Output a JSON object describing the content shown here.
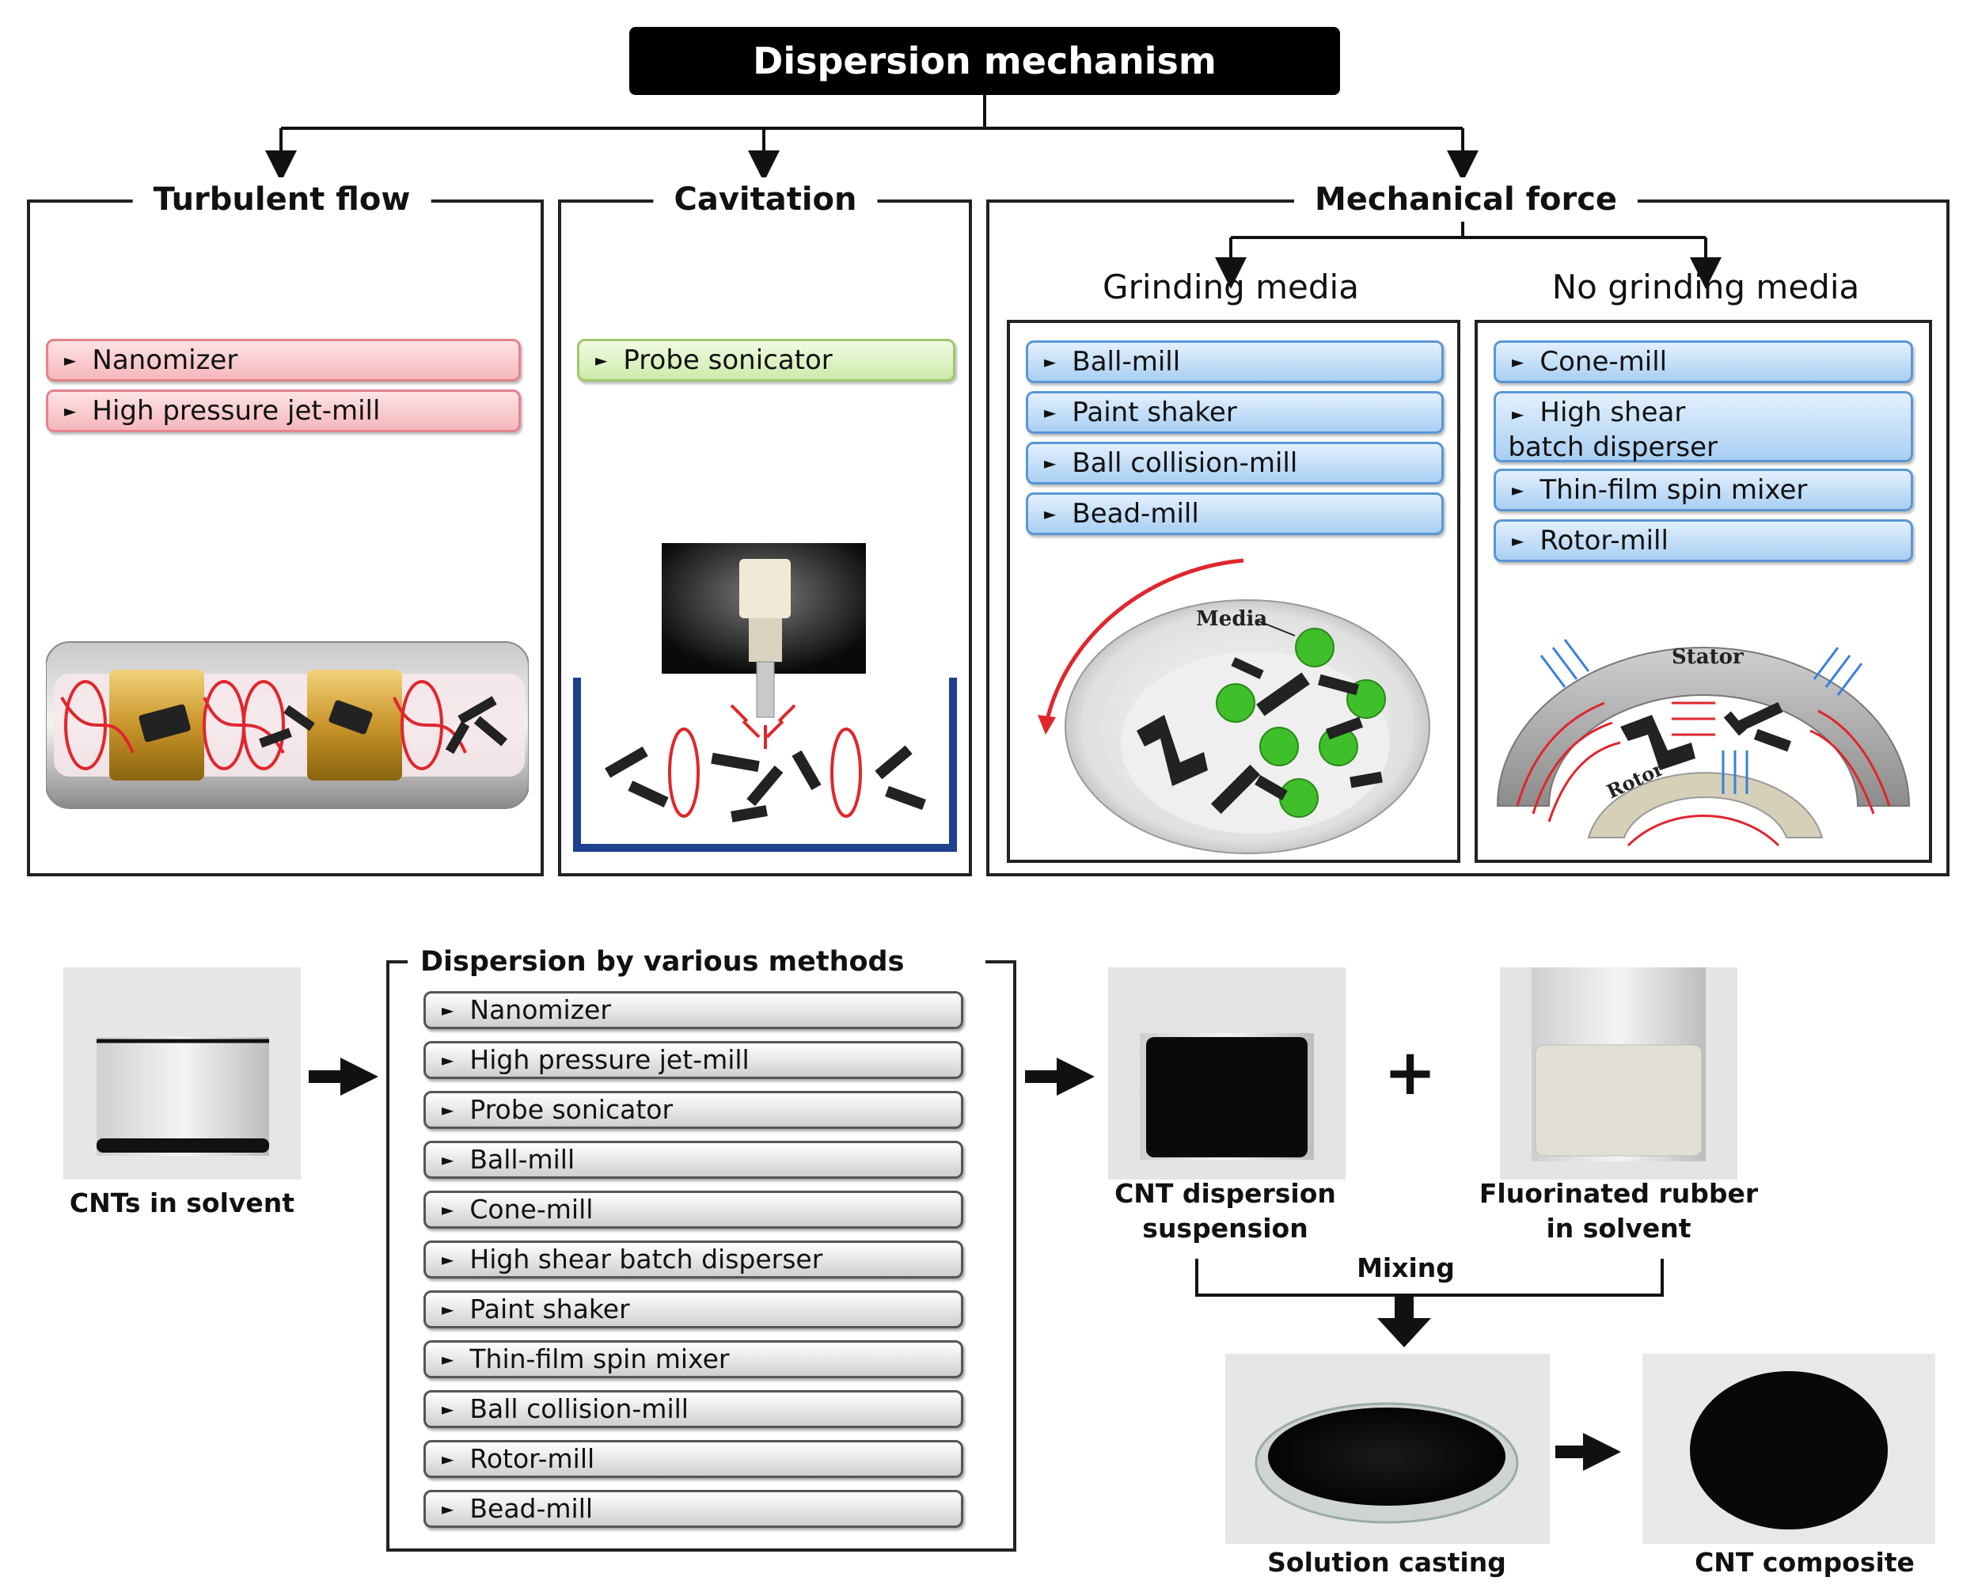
{
  "title": "Dispersion mechanism",
  "categories": {
    "turbulent": {
      "title": "Turbulent flow",
      "methods": [
        "Nanomizer",
        "High pressure jet-mill"
      ]
    },
    "cavitation": {
      "title": "Cavitation",
      "methods": [
        "Probe sonicator"
      ]
    },
    "mechanical": {
      "title": "Mechanical force",
      "grinding": {
        "title": "Grinding media",
        "methods": [
          "Ball-mill",
          "Paint shaker",
          "Ball collision-mill",
          "Bead-mill"
        ],
        "figure_label": "Media"
      },
      "no_grinding": {
        "title": "No grinding media",
        "methods": [
          "Cone-mill",
          "High shear",
          "batch disperser",
          "Thin-film spin mixer",
          "Rotor-mill"
        ],
        "stator_label": "Stator",
        "rotor_label": "Rotor"
      }
    }
  },
  "process": {
    "dispersion_box_title": "Dispersion by various methods",
    "methods": [
      "Nanomizer",
      "High pressure jet-mill",
      "Probe sonicator",
      "Ball-mill",
      "Cone-mill",
      "High shear batch disperser",
      "Paint shaker",
      "Thin-film spin mixer",
      "Ball collision-mill",
      "Rotor-mill",
      "Bead-mill"
    ],
    "cnts_in_solvent": "CNTs in solvent",
    "cnt_dispersion": [
      "CNT dispersion",
      "suspension"
    ],
    "plus": "+",
    "fluorinated_rubber": [
      "Fluorinated rubber",
      "in solvent"
    ],
    "mixing": "Mixing",
    "solution_casting": "Solution casting",
    "cnt_composite": "CNT composite"
  },
  "colors": {
    "red_pill": "#f5b7bc",
    "green_pill": "#cdeaa9",
    "blue_pill": "#a9cff3",
    "gray_pill": "#cfcfcf",
    "flow_red": "#e0262d",
    "media_green": "#3fbf2a",
    "ink": "#111111"
  }
}
